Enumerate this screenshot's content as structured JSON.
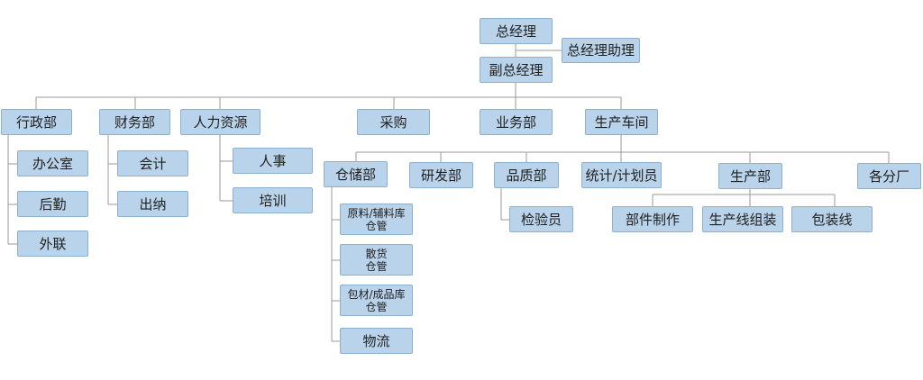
{
  "org_chart": {
    "general_manager": "总经理",
    "gm_assistant": "总经理助理",
    "deputy_gm": "副总经理",
    "departments": {
      "admin": "行政部",
      "finance": "财务部",
      "hr": "人力资源",
      "purchasing": "采购",
      "sales": "业务部",
      "production_workshop": "生产车间"
    },
    "admin_children": [
      "办公室",
      "后勤",
      "外联"
    ],
    "finance_children": [
      "会计",
      "出纳"
    ],
    "hr_children": [
      "人事",
      "培训"
    ],
    "workshop_children": {
      "warehouse": "仓储部",
      "rnd": "研发部",
      "quality": "品质部",
      "statistics": "统计/计划员",
      "production": "生产部",
      "branches": "各分厂"
    },
    "warehouse_children": [
      "原料/辅料库\n仓管",
      "散货\n仓管",
      "包材/成品库\n仓管",
      "物流"
    ],
    "quality_children": [
      "检验员"
    ],
    "production_children": [
      "部件制作",
      "生产线组装",
      "包装线"
    ]
  }
}
